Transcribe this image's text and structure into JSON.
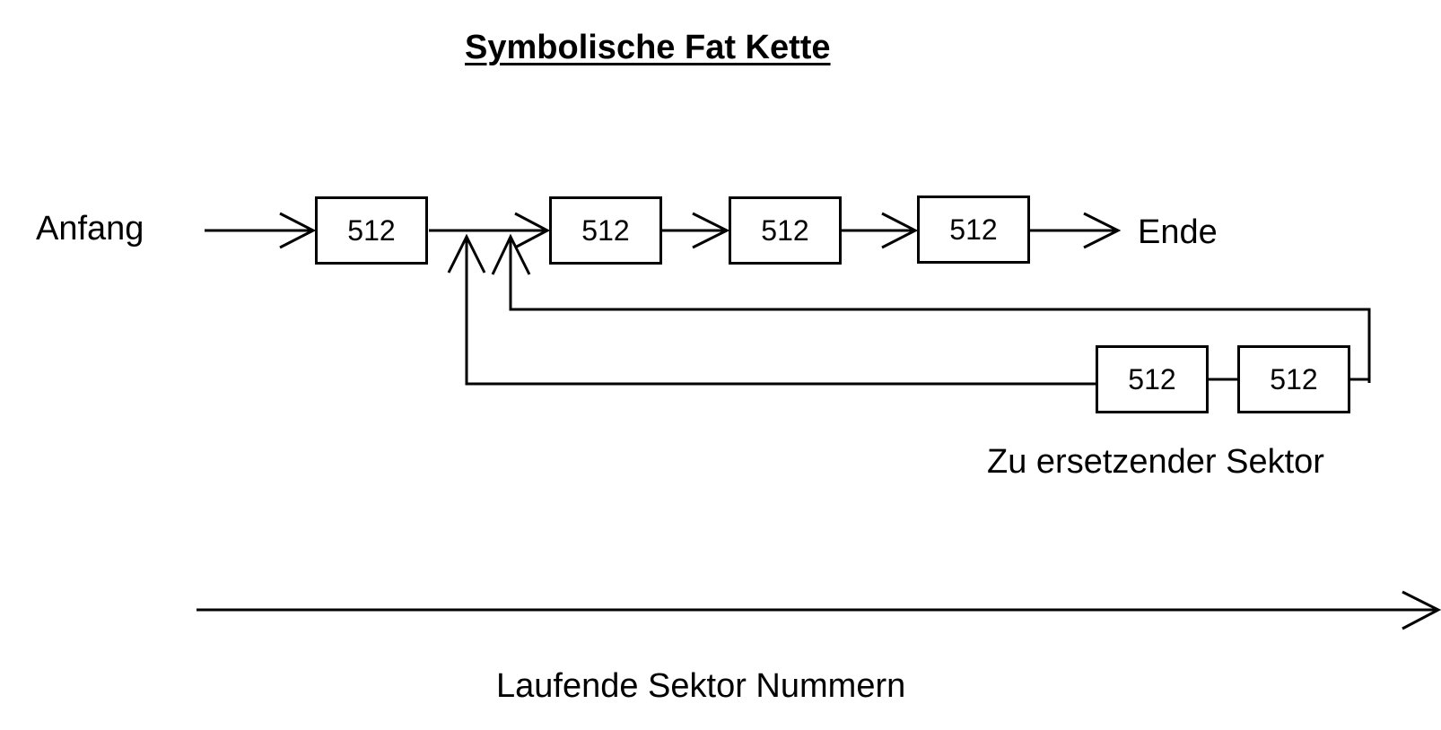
{
  "diagram": {
    "title": "Symbolische Fat Kette",
    "start_label": "Anfang",
    "end_label": "Ende",
    "replace_label": "Zu ersetzender Sektor",
    "axis_label": "Laufende Sektor Nummern",
    "sectors": [
      {
        "label": "512"
      },
      {
        "label": "512"
      },
      {
        "label": "512"
      },
      {
        "label": "512"
      },
      {
        "label": "512"
      },
      {
        "label": "512"
      }
    ],
    "line_color": "#000000"
  }
}
